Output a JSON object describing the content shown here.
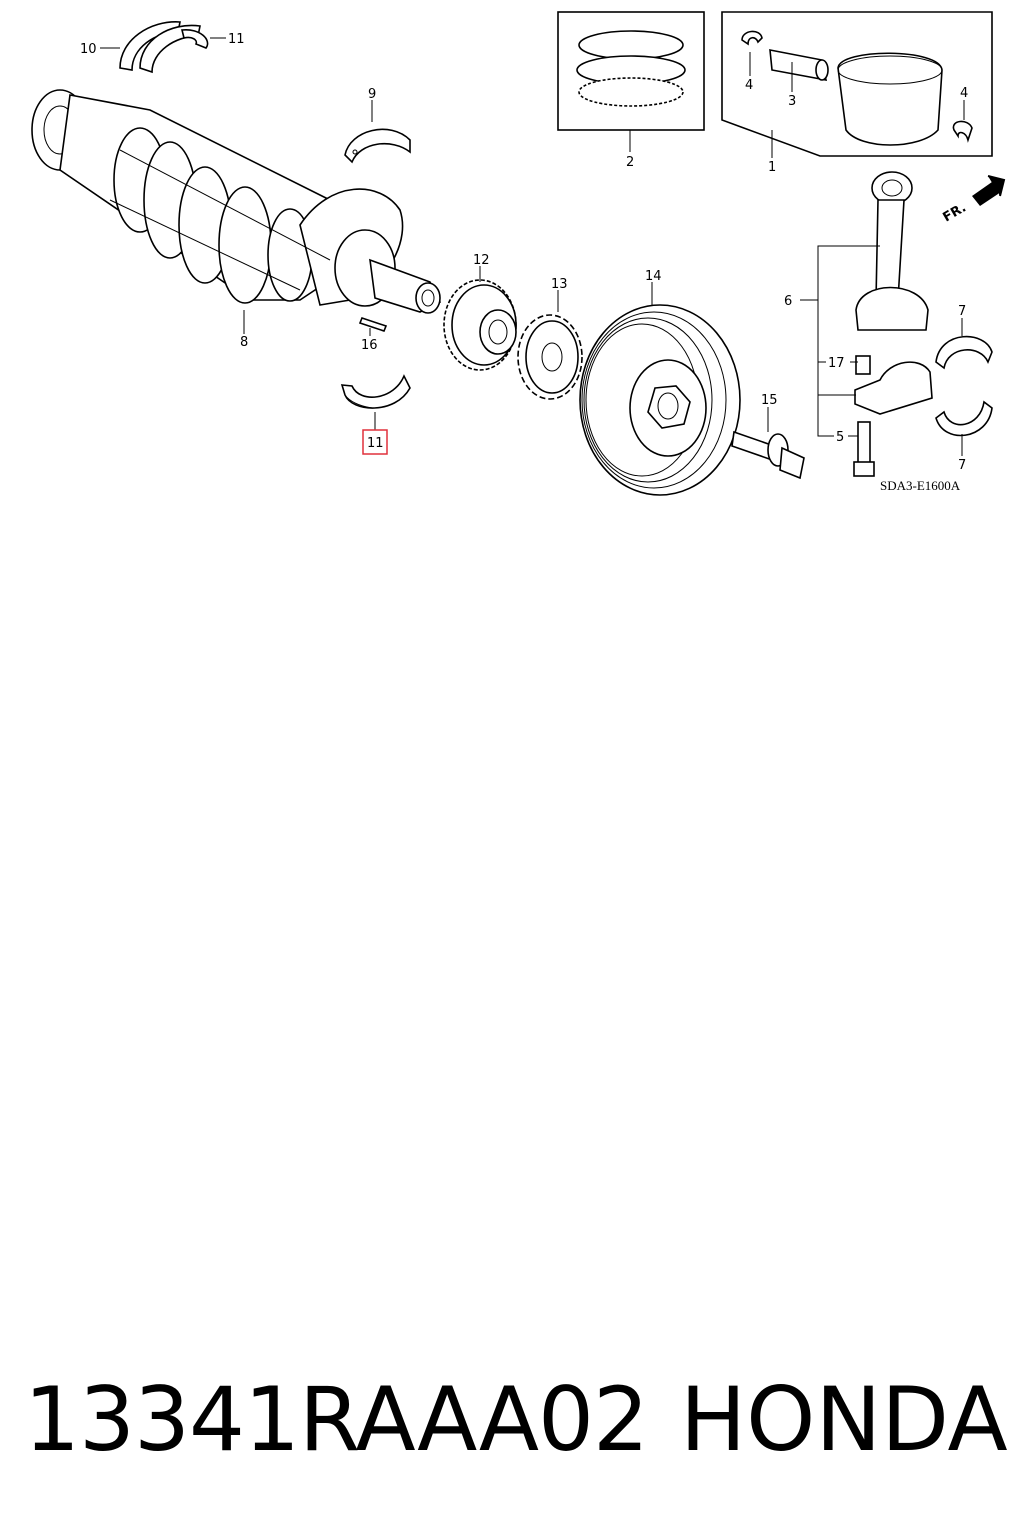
{
  "diagram": {
    "code": "SDA3-E1600A",
    "direction_label": "FR.",
    "highlight_color": "#e0303c",
    "callouts": [
      {
        "id": "c1",
        "label": "1"
      },
      {
        "id": "c2",
        "label": "2"
      },
      {
        "id": "c3",
        "label": "3"
      },
      {
        "id": "c4a",
        "label": "4"
      },
      {
        "id": "c4b",
        "label": "4"
      },
      {
        "id": "c5",
        "label": "5"
      },
      {
        "id": "c6",
        "label": "6"
      },
      {
        "id": "c7a",
        "label": "7"
      },
      {
        "id": "c7b",
        "label": "7"
      },
      {
        "id": "c8",
        "label": "8"
      },
      {
        "id": "c9",
        "label": "9"
      },
      {
        "id": "c10a",
        "label": "10"
      },
      {
        "id": "c10b",
        "label": "10"
      },
      {
        "id": "c11",
        "label": "11"
      },
      {
        "id": "c12",
        "label": "12"
      },
      {
        "id": "c13",
        "label": "13"
      },
      {
        "id": "c14",
        "label": "14"
      },
      {
        "id": "c15",
        "label": "15"
      },
      {
        "id": "c16",
        "label": "16"
      },
      {
        "id": "c17",
        "label": "17"
      }
    ]
  },
  "footer": {
    "part_number": "13341RAAA02",
    "brand": "HONDA"
  }
}
